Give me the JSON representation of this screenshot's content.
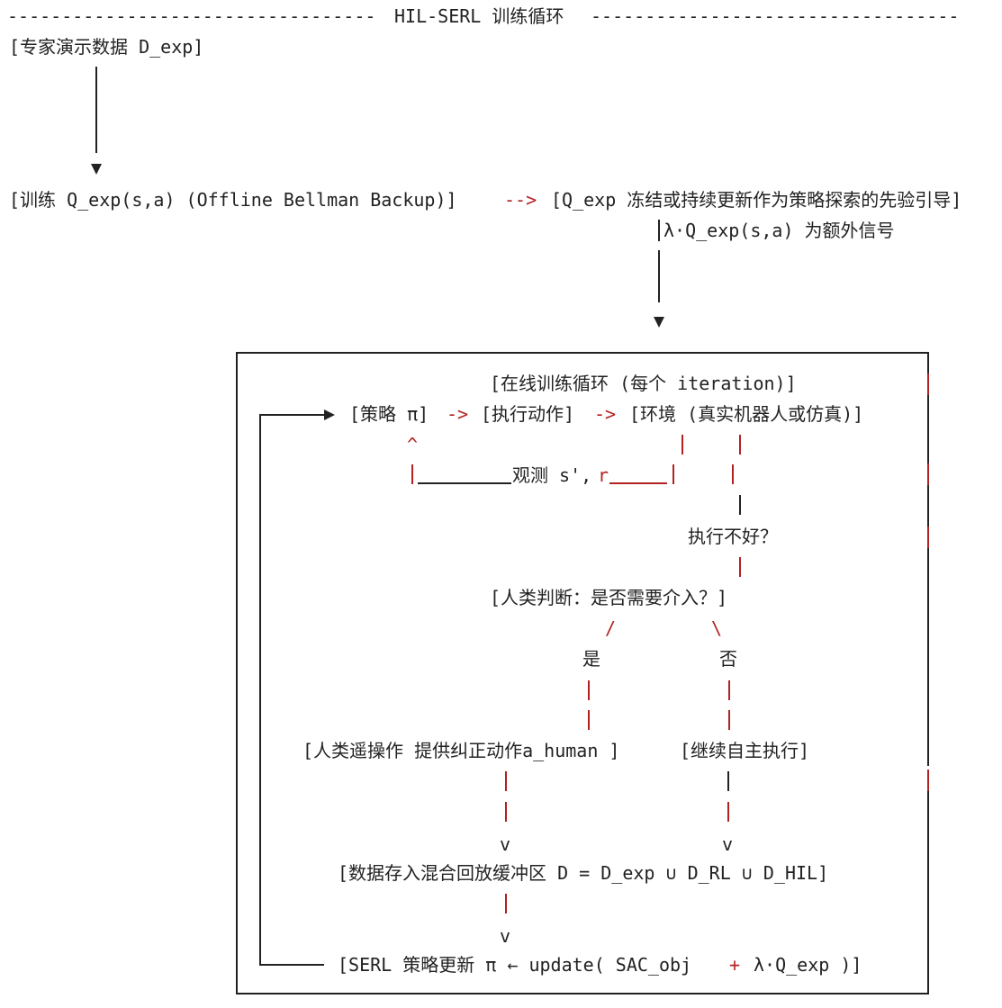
{
  "header": {
    "dashes_left": "----------------------------------",
    "title": "HIL-SERL 训练循环",
    "dashes_right": "----------------------------------"
  },
  "expert_data": "[专家演示数据 D_exp]",
  "train_qexp": "[训练 Q_exp(s,a) (Offline Bellman Backup)]",
  "arrow_dashes": "-->",
  "qexp_frozen": "[Q_exp 冻结或持续更新作为策略探索的先验引导]",
  "lambda_signal": "λ·Q_exp(s,a) 为额外信号",
  "online_loop_title": "[在线训练循环 (每个 iteration)]",
  "policy": "[策略 π]",
  "arrow_small": "->",
  "execute_action": "[执行动作]",
  "environment": "[环境 (真实机器人或仿真)]",
  "caret": "^",
  "observe_label": "观测 s',",
  "observe_r": "r",
  "bad_execution": "执行不好？",
  "human_judge": "[人类判断：是否需要介入？]",
  "slash": "/",
  "backslash": "\\",
  "yes": "是",
  "no": "否",
  "human_teleop": "[人类遥操作 提供纠正动作a_human ]",
  "continue_auto": "[继续自主执行]",
  "v": "v",
  "store_data": "[数据存入混合回放缓冲区 D = D_exp ∪ D_RL ∪ D_HIL]",
  "serl_update_a": "[SERL 策略更新 π ← update( SAC_obj",
  "plus": "+",
  "serl_update_b": "λ·Q_exp )]",
  "colors": {
    "text": "#222222",
    "accent": "#b22222"
  }
}
